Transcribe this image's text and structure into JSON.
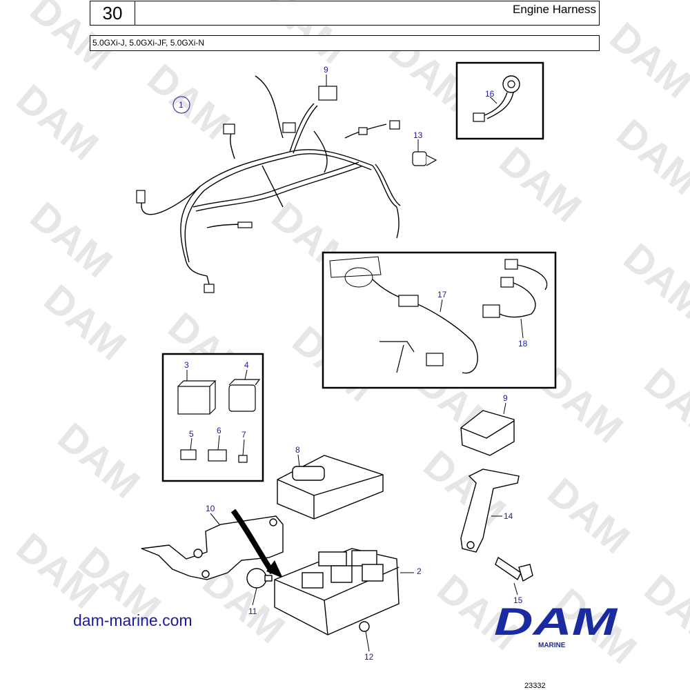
{
  "header": {
    "section_number": "30",
    "title": "Engine Harness",
    "models": "5.0GXi-J, 5.0GXi-JF, 5.0GXi-N"
  },
  "callouts": [
    "1",
    "2",
    "3",
    "4",
    "5",
    "6",
    "7",
    "8",
    "9",
    "9",
    "10",
    "11",
    "12",
    "13",
    "14",
    "15",
    "16",
    "17",
    "18"
  ],
  "watermark": "DAM",
  "footer": {
    "website": "dam-marine.com",
    "logo_text": "DAM",
    "logo_subtext": "MARINE",
    "drawing_number": "23332"
  },
  "colors": {
    "callout": "#1a1aa0",
    "logo": "#1a2aa0",
    "watermark": "#e6e6e6"
  }
}
